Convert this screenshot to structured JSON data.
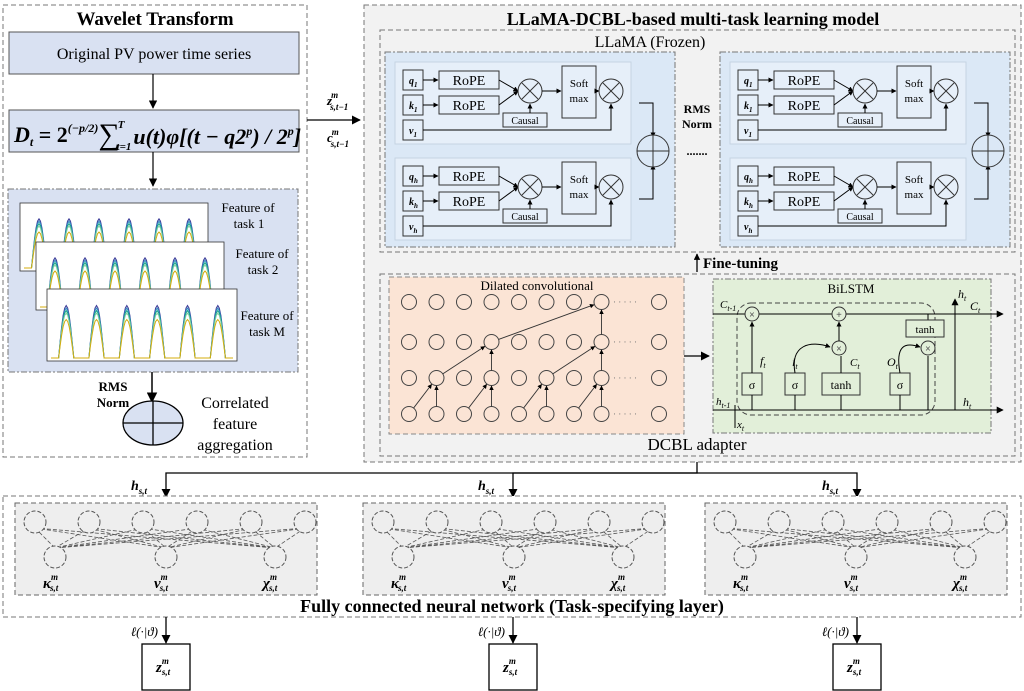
{
  "wavelet": {
    "title": "Wavelet Transform",
    "original_series": "Original PV power time series",
    "formula": "D_t = 2^(−p/2) Σ_{t=1}^{T} u(t)φ[(t − q2^p) / 2^p]",
    "formula_parts": {
      "lhs": "D",
      "lhs_sub": "t",
      "eq": " = 2",
      "exp": "(−p/2)",
      "sum": "∑",
      "sum_top": "T",
      "sum_bot": "t=1",
      "rhs": "u(t)φ[(t − q2",
      "rhs_exp1": "p",
      "rhs_mid": ") / 2",
      "rhs_exp2": "p",
      "rhs_end": "]"
    },
    "features": [
      "Feature of task 1",
      "Feature of task 2",
      "Feature of task M"
    ],
    "feature_lines": [
      [
        "Feature of",
        "task 1"
      ],
      [
        "Feature of",
        "task 2"
      ],
      [
        "Feature of",
        "task M"
      ]
    ],
    "rms_norm": [
      "RMS",
      "Norm"
    ],
    "aggregation": [
      "Correlated",
      "feature",
      "aggregation"
    ]
  },
  "inputs": {
    "z_label": "z",
    "c_label": "c",
    "sup": "m",
    "sub": "s,t−1"
  },
  "model": {
    "title": "LLaMA-DCBL-based multi-task learning model",
    "llama_title": "LLaMA (Frozen)",
    "rms_norm": [
      "RMS",
      "Norm"
    ],
    "ellipsis": ".......",
    "attention_heads": [
      {
        "q": "q",
        "k": "k",
        "v": "v",
        "idx": "1"
      },
      {
        "q": "q",
        "k": "k",
        "v": "v",
        "idx": "h"
      }
    ],
    "rope": "RoPE",
    "softmax": [
      "Soft",
      "max"
    ],
    "causal": "Causal",
    "fine_tuning": "Fine-tuning",
    "dilated_title": "Dilated convolutional",
    "dilated_ellipsis": "· · · · ·",
    "bilstm": {
      "title": "BiLSTM",
      "c_prev": "C",
      "c_prev_sub": "t-1",
      "h_prev": "h",
      "h_prev_sub": "t-1",
      "x": "x",
      "x_sub": "t",
      "f": "f",
      "f_sub": "t",
      "i": "i",
      "i_sub": "t",
      "c_tilde": "C",
      "c_tilde_sub": "t",
      "o": "O",
      "o_sub": "t",
      "sigma": "σ",
      "tanh": "tanh",
      "h_out": "h",
      "h_out_sub": "t",
      "c_out": "C",
      "c_out_sub": "t"
    },
    "adapter_title": "DCBL adapter"
  },
  "fc": {
    "title": "Fully connected neural network (Task-specifying layer)",
    "hidden": {
      "base": "h",
      "sub": "s,t"
    },
    "outputs": [
      {
        "kappa": "κ",
        "nu": "ν",
        "chi": "χ",
        "sup": "m",
        "sub": "s,t"
      },
      {
        "kappa": "κ",
        "nu": "ν",
        "chi": "χ",
        "sup": "m",
        "sub": "s,t"
      },
      {
        "kappa": "κ",
        "nu": "ν",
        "chi": "χ",
        "sup": "m",
        "sub": "s,t"
      }
    ],
    "loss": "ℓ(·|ϑ)",
    "result": {
      "base": "z",
      "sup": "m",
      "sub": "s,t"
    }
  },
  "colors": {
    "blue_box": "#d9e1f2",
    "attention_bg": "#dbe8f6",
    "attention_inner": "#e6eff9",
    "dilated_bg": "#fbe4d5",
    "bilstm_bg": "#e2efd9",
    "fc_bg": "#eeeeee",
    "model_bg": "#f2f2f2",
    "chart_lines": [
      "#3b3b98",
      "#2e86c1",
      "#17a589",
      "#7dcea0",
      "#d4ac0d"
    ]
  }
}
